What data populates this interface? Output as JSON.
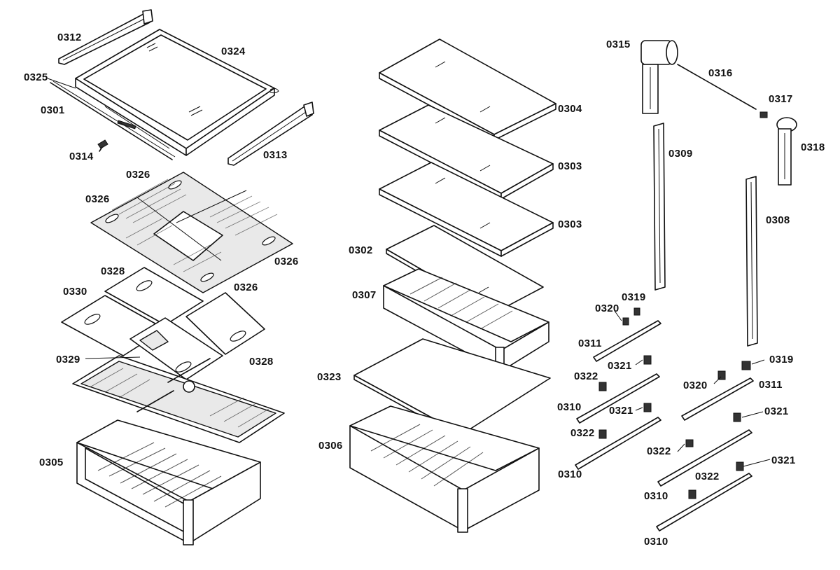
{
  "diagram": {
    "parts": [
      {
        "key": "p0312",
        "label": "0312"
      },
      {
        "key": "p0324",
        "label": "0324"
      },
      {
        "key": "p0325",
        "label": "0325"
      },
      {
        "key": "p0301",
        "label": "0301"
      },
      {
        "key": "p0314",
        "label": "0314"
      },
      {
        "key": "p0313",
        "label": "0313"
      },
      {
        "key": "p0326a",
        "label": "0326"
      },
      {
        "key": "p0326b",
        "label": "0326"
      },
      {
        "key": "p0326c",
        "label": "0326"
      },
      {
        "key": "p0326d",
        "label": "0326"
      },
      {
        "key": "p0328a",
        "label": "0328"
      },
      {
        "key": "p0330",
        "label": "0330"
      },
      {
        "key": "p0328b",
        "label": "0328"
      },
      {
        "key": "p0329",
        "label": "0329"
      },
      {
        "key": "p0305",
        "label": "0305"
      },
      {
        "key": "p0304",
        "label": "0304"
      },
      {
        "key": "p0303a",
        "label": "0303"
      },
      {
        "key": "p0303b",
        "label": "0303"
      },
      {
        "key": "p0302",
        "label": "0302"
      },
      {
        "key": "p0307",
        "label": "0307"
      },
      {
        "key": "p0323",
        "label": "0323"
      },
      {
        "key": "p0306",
        "label": "0306"
      },
      {
        "key": "p0315",
        "label": "0315"
      },
      {
        "key": "p0316",
        "label": "0316"
      },
      {
        "key": "p0317",
        "label": "0317"
      },
      {
        "key": "p0318",
        "label": "0318"
      },
      {
        "key": "p0309",
        "label": "0309"
      },
      {
        "key": "p0308",
        "label": "0308"
      },
      {
        "key": "p0319a",
        "label": "0319"
      },
      {
        "key": "p0320a",
        "label": "0320"
      },
      {
        "key": "p0311a",
        "label": "0311"
      },
      {
        "key": "p0321a",
        "label": "0321"
      },
      {
        "key": "p0322a",
        "label": "0322"
      },
      {
        "key": "p0310a",
        "label": "0310"
      },
      {
        "key": "p0321b",
        "label": "0321"
      },
      {
        "key": "p0322b",
        "label": "0322"
      },
      {
        "key": "p0310b",
        "label": "0310"
      },
      {
        "key": "p0319b",
        "label": "0319"
      },
      {
        "key": "p0320b",
        "label": "0320"
      },
      {
        "key": "p0311b",
        "label": "0311"
      },
      {
        "key": "p0321c",
        "label": "0321"
      },
      {
        "key": "p0322c",
        "label": "0322"
      },
      {
        "key": "p0321d",
        "label": "0321"
      },
      {
        "key": "p0310c",
        "label": "0310"
      },
      {
        "key": "p0322d",
        "label": "0322"
      },
      {
        "key": "p0310d",
        "label": "0310"
      }
    ]
  }
}
